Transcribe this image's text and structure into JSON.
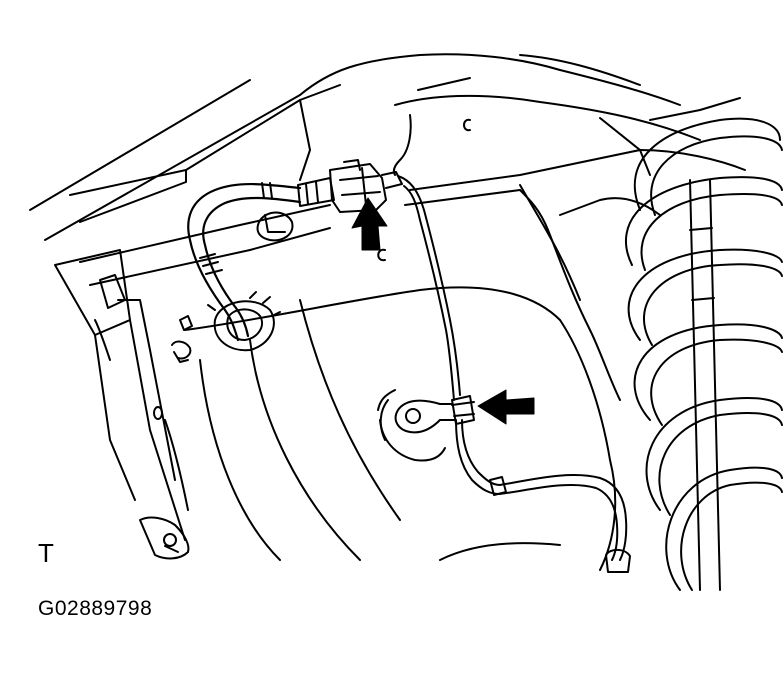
{
  "diagram": {
    "corner_label": "T",
    "figure_code": "G02889798",
    "colors": {
      "line": "#000000",
      "background": "#ffffff",
      "arrow": "#000000"
    },
    "callouts": [
      {
        "name": "connector-arrow",
        "icon": "arrow-up-icon"
      },
      {
        "name": "clamp-arrow",
        "icon": "arrow-left-icon"
      }
    ]
  }
}
